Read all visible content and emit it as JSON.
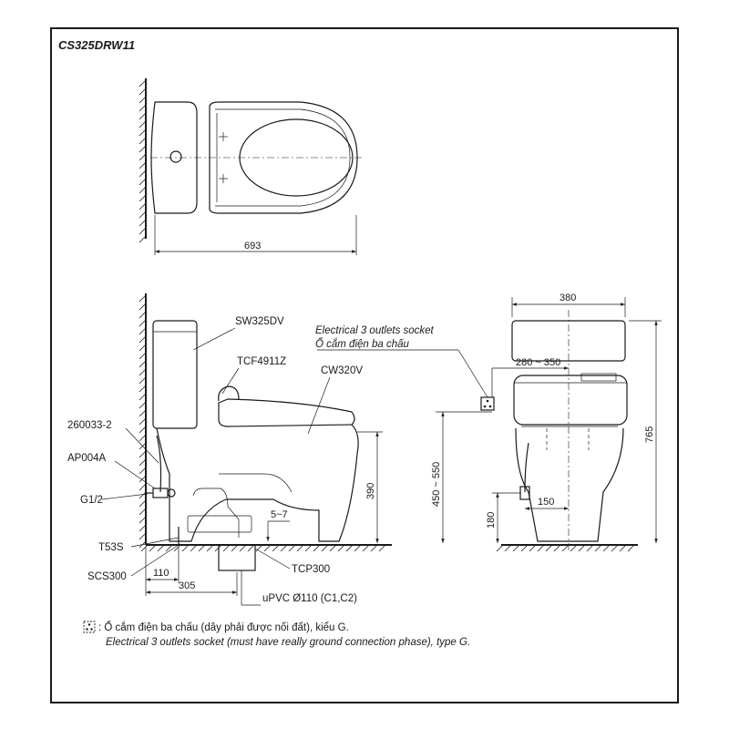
{
  "model_code": "CS325DRW11",
  "top_view": {
    "width_dim": "693"
  },
  "side_view": {
    "callouts": {
      "tank": "SW325DV",
      "seat": "TCF4911Z",
      "bowl": "CW320V",
      "supply_hose": "260033-2",
      "stop_valve": "AP004A",
      "thread": "G1/2",
      "floor_gasket": "T53S",
      "flange": "SCS300",
      "connector": "TCP300",
      "pipe": "uPVC Ø110 (C1,C2)"
    },
    "socket_label_en": "Electrical 3 outlets socket",
    "socket_label_vi": "Ổ cắm điện ba chấu",
    "dims": {
      "gap": "5~7",
      "height": "390",
      "floor_to_seat": "450 ~ 550",
      "setback_small": "110",
      "setback_large": "305"
    }
  },
  "front_view": {
    "dims": {
      "width": "380",
      "socket_offset": "280 ~ 350",
      "overall_height": "765",
      "valve_height": "180",
      "valve_offset": "150"
    }
  },
  "legend": {
    "line_vi": ": Ổ cắm điện ba chấu (dây phải được nối đất), kiểu G.",
    "line_en": "Electrical 3 outlets socket (must have really ground connection phase), type G."
  }
}
